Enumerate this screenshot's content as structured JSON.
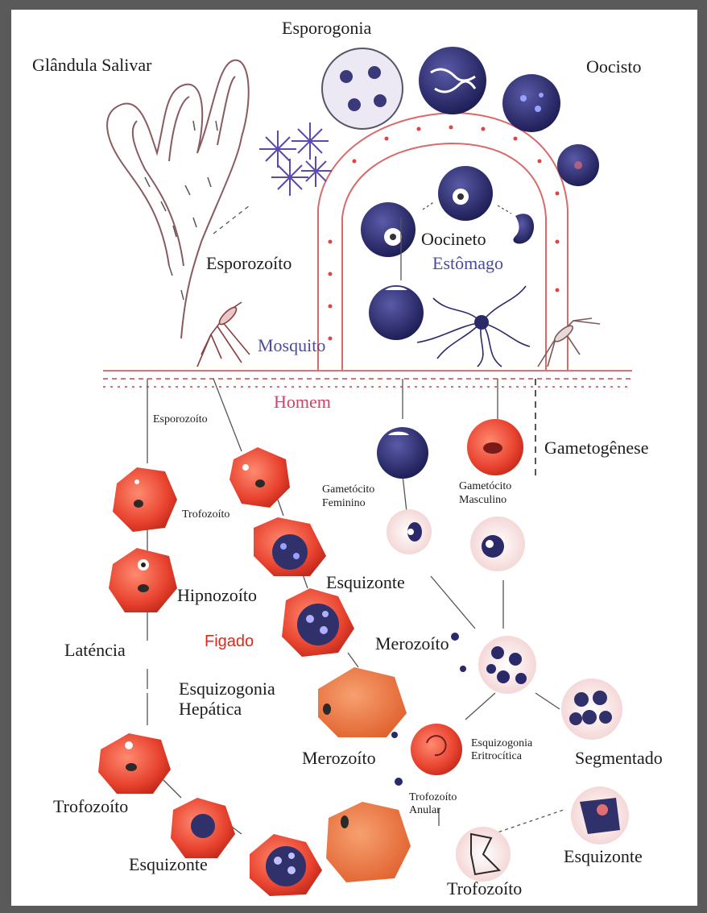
{
  "labels": {
    "esporogonia": "Esporogonia",
    "glandula_salivar": "Glândula Salivar",
    "oocisto": "Oocisto",
    "oocineto": "Oocineto",
    "estomago": "Estômago",
    "esporozoito_top": "Esporozoíto",
    "mosquito": "Mosquito",
    "homem": "Homem",
    "esporozoito_small": "Esporozoíto",
    "gametogenese": "Gametogênese",
    "trofozoito_liver": "Trofozoíto",
    "gametocito_feminino": "Gametócito\nFeminino",
    "gametocito_masculino": "Gametócito\nMasculino",
    "hipnozoito": "Hipnozoíto",
    "esquizonte_mid": "Esquizonte",
    "figado": "Figado",
    "latencia": "Laténcia",
    "merozoito_right": "Merozoíto",
    "esquizogonia_hepatica": "Esquizogonia\nHepática",
    "merozoito_center": "Merozoíto",
    "esquizogonia_eritrocitica": "Esquizogonia\nEritrocítica",
    "segmentado": "Segmentado",
    "trofozoito_left": "Trofozoíto",
    "trofozoito_anular": "Trofozoíto\nAnular",
    "esquizonte_bottom_left": "Esquizonte",
    "esquizonte_bottom_right": "Esquizonte",
    "trofozoito_bottom": "Trofozoíto"
  },
  "colors": {
    "erythrocyte": "#e8432f",
    "liver_cell": "#e8632f",
    "parasite": "#2a2a6a",
    "membrane": "#d86a6a",
    "label_mosquito": "#4b4b9a",
    "label_homem": "#cc4466",
    "label_figado": "#e0281c"
  }
}
